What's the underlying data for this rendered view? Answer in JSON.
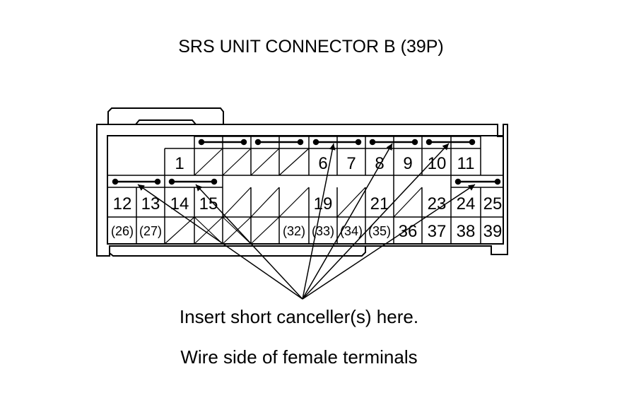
{
  "title": "SRS UNIT CONNECTOR B (39P)",
  "instruction": "Insert short canceller(s) here.",
  "subtitle": "Wire side of female terminals",
  "pins": {
    "p1": "1",
    "p6": "6",
    "p7": "7",
    "p8": "8",
    "p9": "9",
    "p10": "10",
    "p11": "11",
    "p12": "12",
    "p13": "13",
    "p14": "14",
    "p15": "15",
    "p19": "19",
    "p21": "21",
    "p23": "23",
    "p24": "24",
    "p25": "25",
    "p26": "(26)",
    "p27": "(27)",
    "p32": "(32)",
    "p33": "(33)",
    "p34": "(34)",
    "p35": "(35)",
    "p36": "36",
    "p37": "37",
    "p38": "38",
    "p39": "39"
  }
}
